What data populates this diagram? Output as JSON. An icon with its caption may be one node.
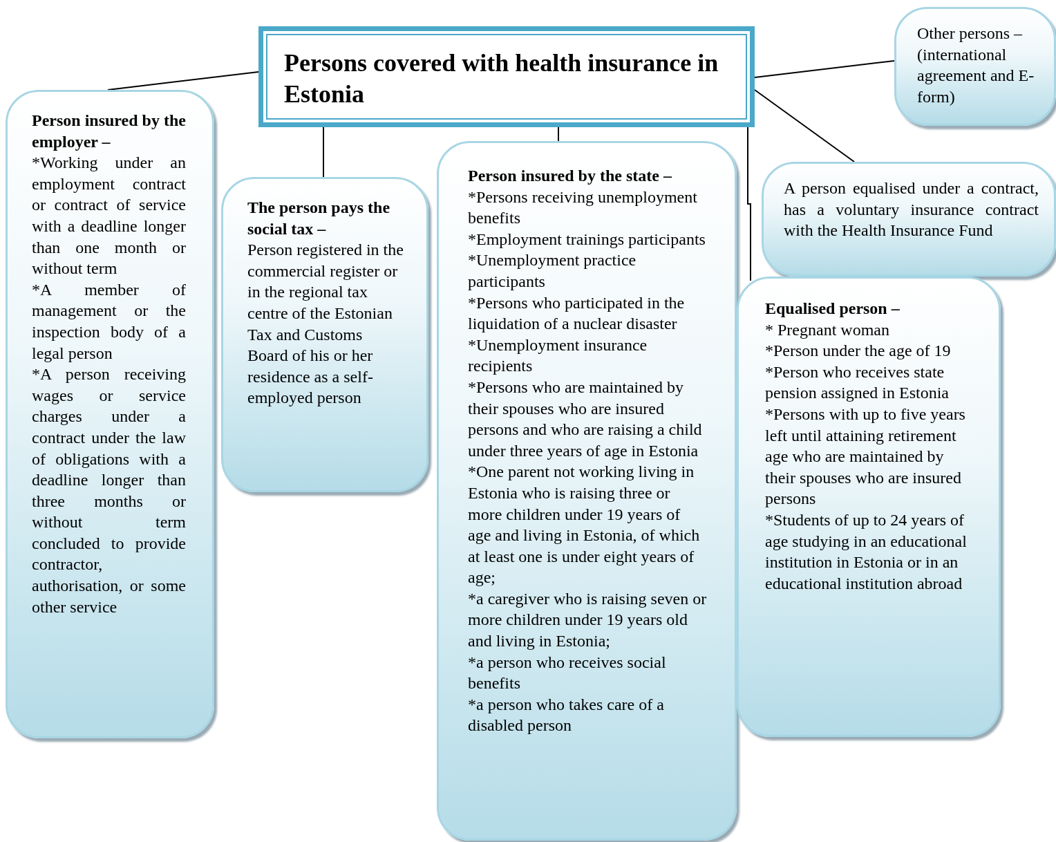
{
  "diagram": {
    "nodes": [
      {
        "text": [
          "Persons covered with health insurance in Estonia"
        ]
      },
      {
        "text": [
          "Person insured by the employer –",
          "*Working under an employment contract or contract of service with a deadline longer than one month or without term",
          "*A member of management or the inspection body of a legal person",
          "*A person receiving wages or service charges under a contract under the law of obligations with a deadline longer than three months or without term concluded to provide contractor, authorisation, or some other service"
        ]
      },
      {
        "text": [
          "The person pays the social tax –",
          "Person registered in the commercial register or in the regional tax centre of the Estonian Tax and Customs Board of his or her residence as a self-employed person"
        ]
      },
      {
        "text": [
          "Person insured by the state –",
          "*Persons receiving unemployment benefits",
          "*Employment trainings participants",
          "*Unemployment practice participants",
          "*Persons who participated in the liquidation of a nuclear disaster",
          "*Unemployment insurance recipients",
          "*Persons who are maintained by their spouses who are insured persons and who are raising a child under three years of age in Estonia",
          "*One parent not working living in Estonia who is raising three or more children under 19 years of age and living in Estonia, of which at least one is under eight years of age;",
          "*a caregiver who is raising seven or more children under 19 years old and living in Estonia;",
          "*a person who receives social benefits",
          "*a person who takes care of a disabled person"
        ]
      },
      {
        "text": [
          "Other persons – (international agreement and E-form)"
        ]
      },
      {
        "text": [
          "A person equalised under a contract, has a voluntary insurance contract with the Health Insurance Fund"
        ]
      },
      {
        "text": [
          "Equalised person –",
          "* Pregnant woman",
          "*Person under the age of 19",
          "*Person who receives state pension assigned in Estonia",
          "*Persons with up to five years left until attaining retirement age who are maintained by their spouses who are insured persons",
          "*Students of up to 24 years of age studying in an educational institution in Estonia or in an educational institution abroad"
        ]
      }
    ],
    "edges": [
      {
        "from": 0,
        "to": 1,
        "arrow": "none"
      },
      {
        "from": 0,
        "to": 2,
        "arrow": "none"
      },
      {
        "from": 0,
        "to": 3,
        "arrow": "none"
      },
      {
        "from": 0,
        "to": 4,
        "arrow": "none"
      },
      {
        "from": 0,
        "to": 5,
        "arrow": "none"
      },
      {
        "from": 0,
        "to": 6,
        "arrow": "none"
      }
    ]
  }
}
